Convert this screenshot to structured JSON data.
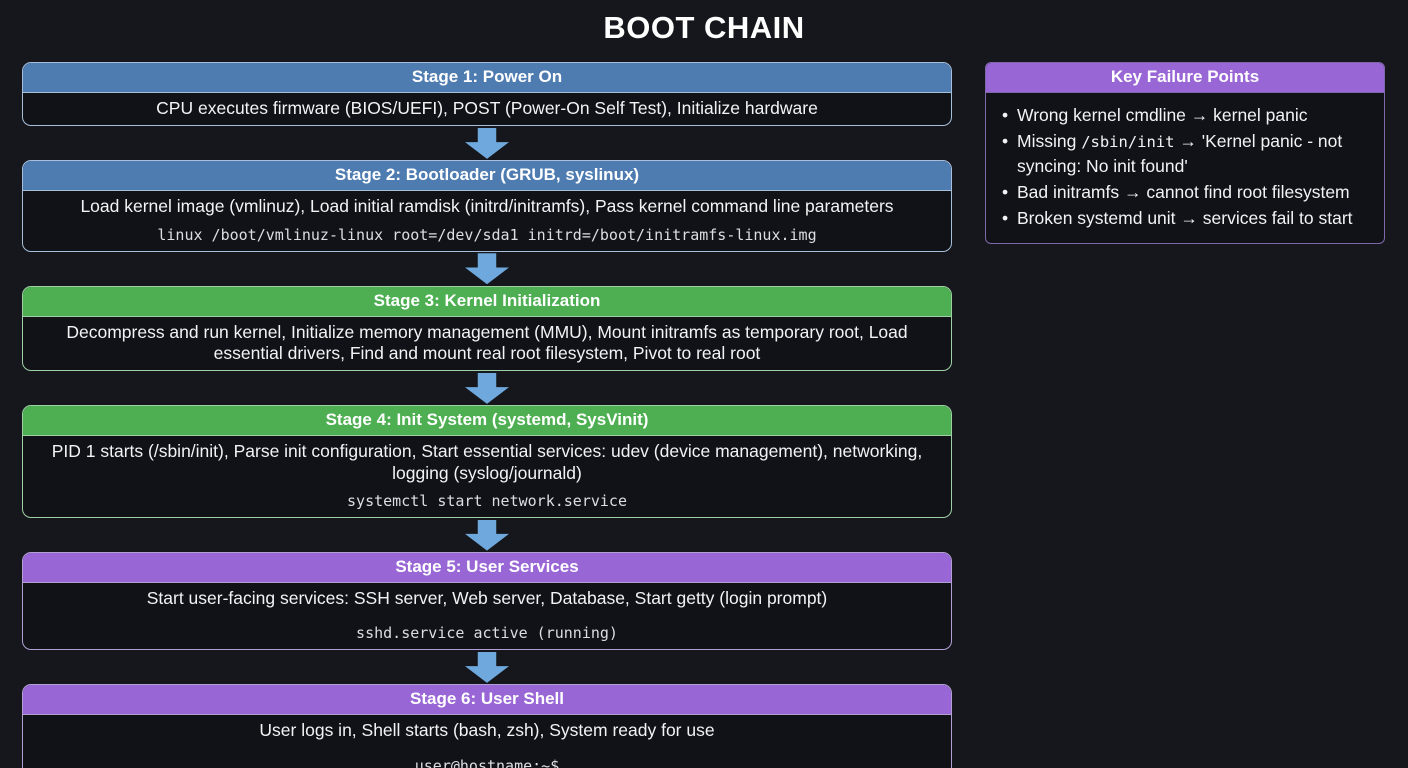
{
  "title": "BOOT CHAIN",
  "colors": {
    "blue": "#4e7cb0",
    "green": "#4daf52",
    "purple": "#9966d6",
    "arrow": "#6fa8dc",
    "blue_border": "#a7bfd8",
    "green_border": "#9fcfa5",
    "purple_border": "#b2a0d4",
    "panel_border": "#7e68a8"
  },
  "stages": [
    {
      "header": "Stage 1: Power On",
      "body": "CPU executes firmware (BIOS/UEFI), POST (Power-On Self Test), Initialize hardware",
      "code": ""
    },
    {
      "header": "Stage 2: Bootloader (GRUB, syslinux)",
      "body": "Load kernel image (vmlinuz), Load initial ramdisk (initrd/initramfs), Pass kernel command line parameters",
      "code": "linux /boot/vmlinuz-linux root=/dev/sda1 initrd=/boot/initramfs-linux.img"
    },
    {
      "header": "Stage 3: Kernel Initialization",
      "body": "Decompress and run kernel, Initialize memory management (MMU), Mount initramfs as temporary root, Load essential drivers, Find and mount real root filesystem, Pivot to real root",
      "code": ""
    },
    {
      "header": "Stage 4: Init System (systemd, SysVinit)",
      "body": "PID 1 starts (/sbin/init), Parse init configuration, Start essential services: udev (device management), networking, logging (syslog/journald)",
      "code": "systemctl start network.service"
    },
    {
      "header": "Stage 5: User Services",
      "body": "Start user-facing services: SSH server, Web server, Database, Start getty (login prompt)",
      "code": "sshd.service active (running)"
    },
    {
      "header": "Stage 6: User Shell",
      "body": "User logs in, Shell starts (bash, zsh), System ready for use",
      "code": "user@hostname:~$"
    }
  ],
  "failure_panel": {
    "title": "Key Failure Points",
    "items": [
      {
        "pre": "Wrong kernel cmdline → kernel panic",
        "code": "",
        "post": ""
      },
      {
        "pre": "Missing ",
        "code": "/sbin/init",
        "post": " → 'Kernel panic - not syncing: No init found'"
      },
      {
        "pre": "Bad initramfs → cannot find root filesystem",
        "code": "",
        "post": ""
      },
      {
        "pre": "Broken systemd unit → services fail to start",
        "code": "",
        "post": ""
      }
    ]
  }
}
